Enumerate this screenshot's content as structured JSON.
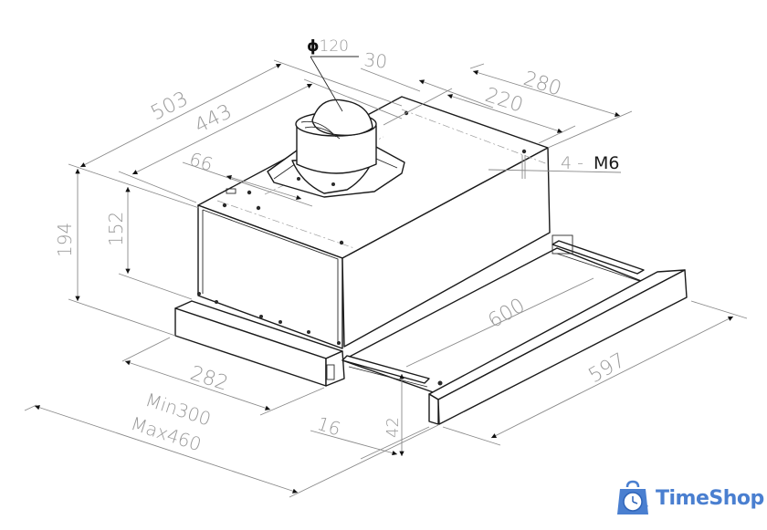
{
  "drawing": {
    "subject": "Telescopic built-in cooker hood",
    "dimensions": {
      "duct_diameter": "ϕ120",
      "duct_offset": "30",
      "overall_depth": "503",
      "body_depth": "443",
      "front_offset": "66",
      "overall_width_top": "280",
      "mount_width": "220",
      "mount_thread": "4 - M6",
      "overall_height": "194",
      "body_height": "152",
      "front_panel_width": "600",
      "slider_width": "597",
      "front_depth": "282",
      "extension_min": "Min300",
      "extension_max": "Max460",
      "panel_offset": "16",
      "panel_height": "42"
    }
  },
  "watermark": {
    "brand": "TimeShop",
    "brand_color": "#4a7fd0",
    "icon": "clock-shopping-bag-icon"
  }
}
